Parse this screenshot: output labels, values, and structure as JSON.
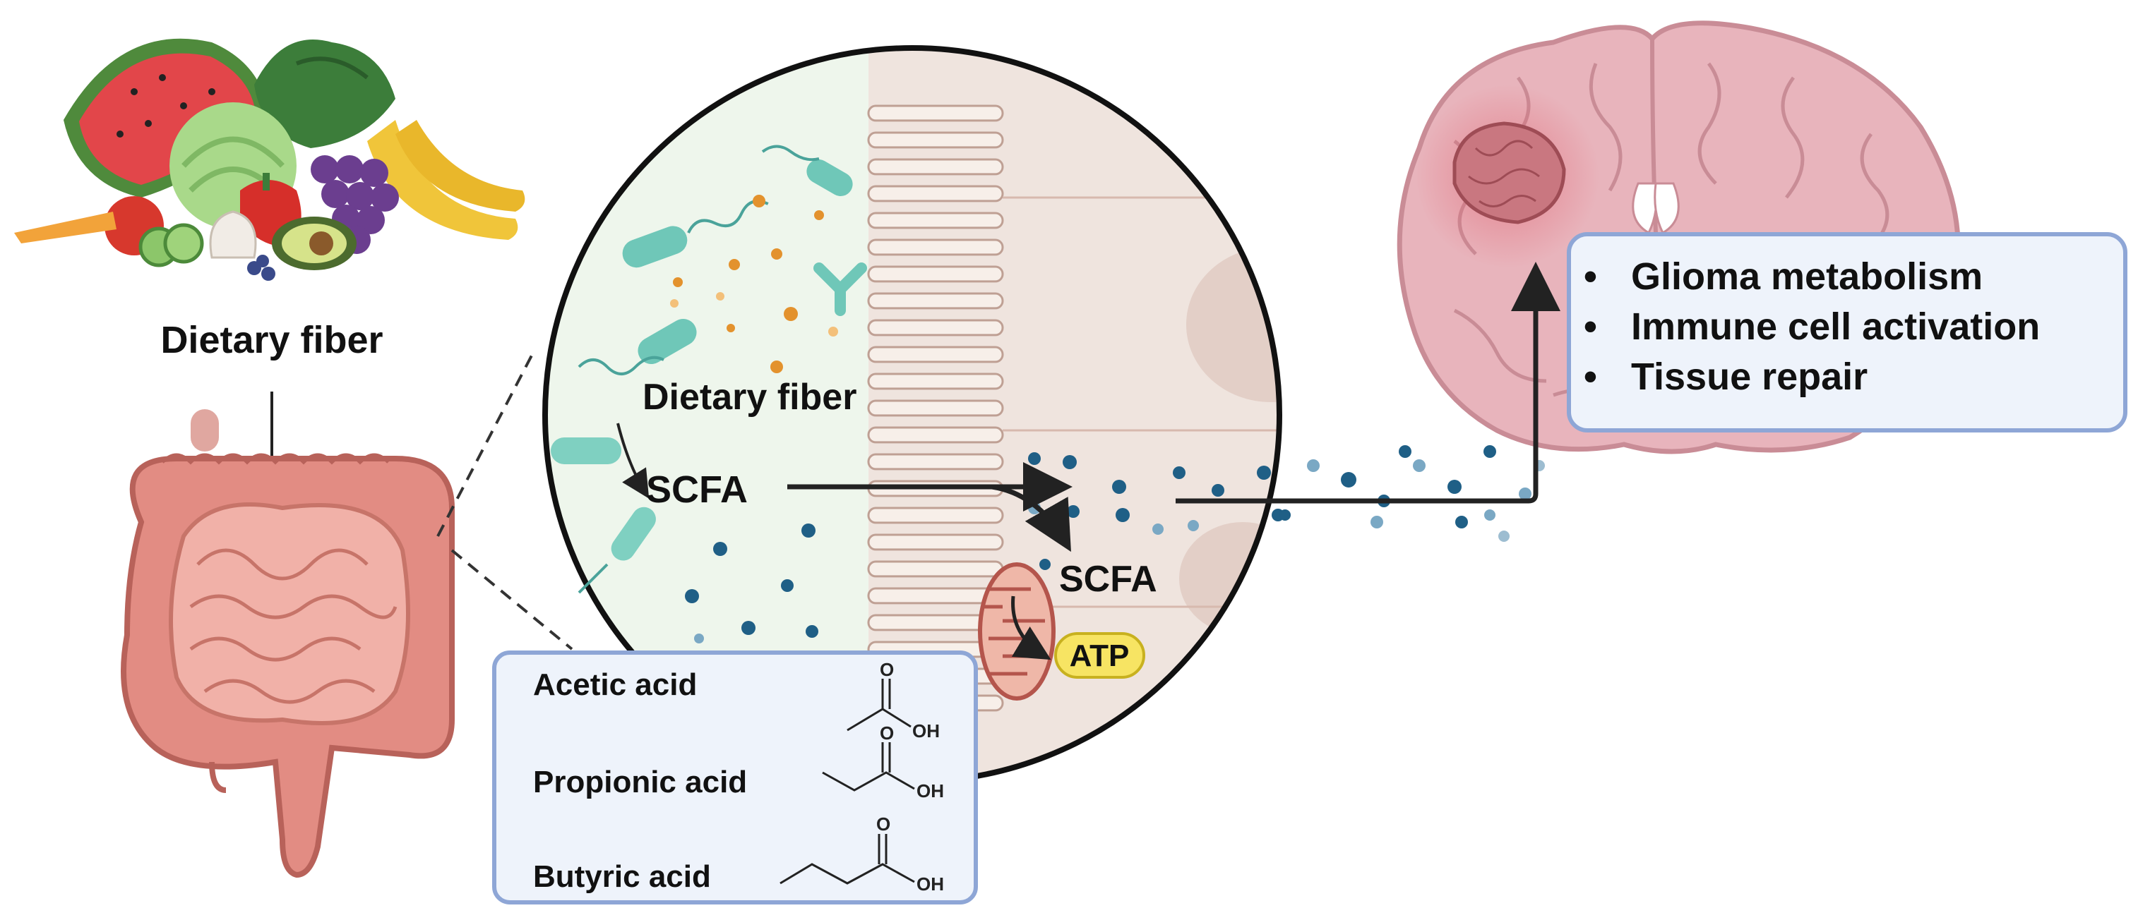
{
  "labels": {
    "dietary_fiber_food": "Dietary fiber",
    "dietary_fiber_lumen": "Dietary fiber",
    "scfa_lumen": "SCFA",
    "scfa_cell": "SCFA",
    "atp": "ATP"
  },
  "acids": [
    {
      "name": "Acetic acid",
      "oh": "OH",
      "o": "O"
    },
    {
      "name": "Propionic acid",
      "oh": "OH",
      "o": "O"
    },
    {
      "name": "Butyric acid",
      "oh": "OH",
      "o": "O"
    }
  ],
  "effects": {
    "bullet": "•",
    "items": [
      "Glioma metabolism",
      "Immune cell activation",
      "Tissue repair"
    ]
  },
  "colors": {
    "box_border": "#8ea6d6",
    "box_fill": "#eef3fb",
    "atp_fill": "#f7e463",
    "scfa_dot": "#1f5f86",
    "bacteria": "#6fc7b8",
    "intestine": "#e6948a",
    "brain": "#e8b4bc",
    "tumor": "#c97780"
  }
}
